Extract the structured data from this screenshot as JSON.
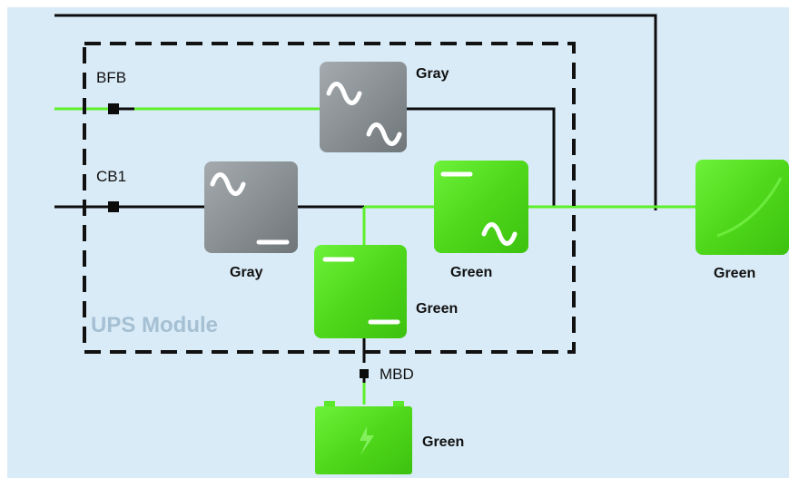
{
  "diagram": {
    "module_label": "UPS Module",
    "breakers": {
      "bfb": "BFB",
      "cb1": "CB1",
      "mbd": "MBD"
    },
    "status": {
      "bypass": "Gray",
      "rectifier": "Gray",
      "inverter": "Green",
      "dc_converter": "Green",
      "load": "Green",
      "battery": "Green"
    },
    "colors": {
      "background": "#d9ebf7",
      "active_line": "#5df02a",
      "inactive_line": "#0c0c0c",
      "gray_block": "#8c9397",
      "green_block": "#4fd81b",
      "module_border": "#111111",
      "module_label": "#a5bfd3"
    },
    "icons": {
      "bypass": "ac-ac-switch-icon",
      "rectifier": "ac-dc-rectifier-icon",
      "inverter": "dc-ac-inverter-icon",
      "dc_converter": "dc-dc-converter-icon",
      "load": "load-icon",
      "battery": "battery-icon"
    }
  }
}
